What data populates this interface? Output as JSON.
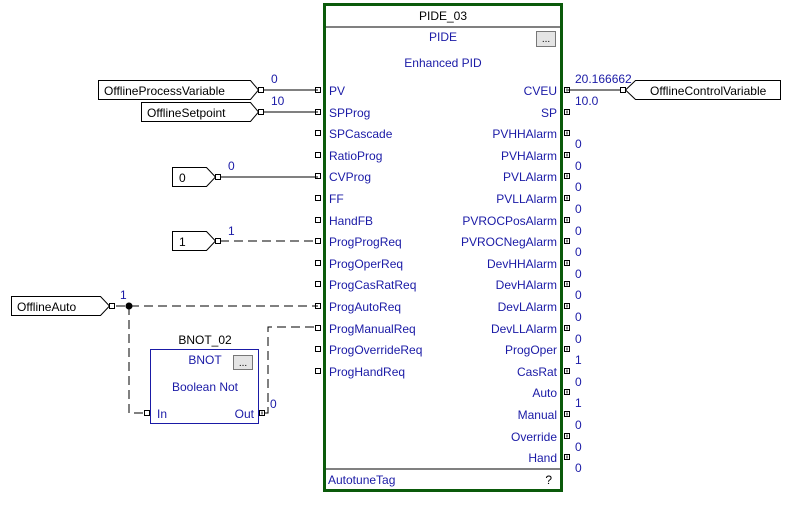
{
  "pide": {
    "name": "PIDE_03",
    "type": "PIDE",
    "description": "Enhanced PID",
    "ellipsis": "...",
    "footer_left": "AutotuneTag",
    "footer_right": "?",
    "border_color": "#0a5a0a",
    "text_color": "#1a1aa6",
    "inputs": [
      "PV",
      "SPProg",
      "SPCascade",
      "RatioProg",
      "CVProg",
      "FF",
      "HandFB",
      "ProgProgReq",
      "ProgOperReq",
      "ProgCasRatReq",
      "ProgAutoReq",
      "ProgManualReq",
      "ProgOverrideReq",
      "ProgHandReq"
    ],
    "outputs": [
      {
        "name": "CVEU",
        "value": "20.166662"
      },
      {
        "name": "SP",
        "value": "10.0"
      },
      {
        "name": "PVHHAlarm",
        "value": "0"
      },
      {
        "name": "PVHAlarm",
        "value": "0"
      },
      {
        "name": "PVLAlarm",
        "value": "0"
      },
      {
        "name": "PVLLAlarm",
        "value": "0"
      },
      {
        "name": "PVROCPosAlarm",
        "value": "0"
      },
      {
        "name": "PVROCNegAlarm",
        "value": "0"
      },
      {
        "name": "DevHHAlarm",
        "value": "0"
      },
      {
        "name": "DevHAlarm",
        "value": "0"
      },
      {
        "name": "DevLAlarm",
        "value": "0"
      },
      {
        "name": "DevLLAlarm",
        "value": "0"
      },
      {
        "name": "ProgOper",
        "value": "1"
      },
      {
        "name": "CasRat",
        "value": "0"
      },
      {
        "name": "Auto",
        "value": "1"
      },
      {
        "name": "Manual",
        "value": "0"
      },
      {
        "name": "Override",
        "value": "0"
      },
      {
        "name": "Hand",
        "value": "0"
      }
    ]
  },
  "bnot": {
    "name": "BNOT_02",
    "type": "BNOT",
    "description": "Boolean Not",
    "ellipsis": "...",
    "in_label": "In",
    "out_label": "Out",
    "out_value": "0"
  },
  "input_refs": [
    {
      "label": "OfflineProcessVariable",
      "value": "0"
    },
    {
      "label": "OfflineSetpoint",
      "value": "10"
    },
    {
      "label": "0",
      "value": "0"
    },
    {
      "label": "1",
      "value": "1"
    },
    {
      "label": "OfflineAuto",
      "value": "1"
    }
  ],
  "output_ref": {
    "label": "OfflineControlVariable"
  }
}
